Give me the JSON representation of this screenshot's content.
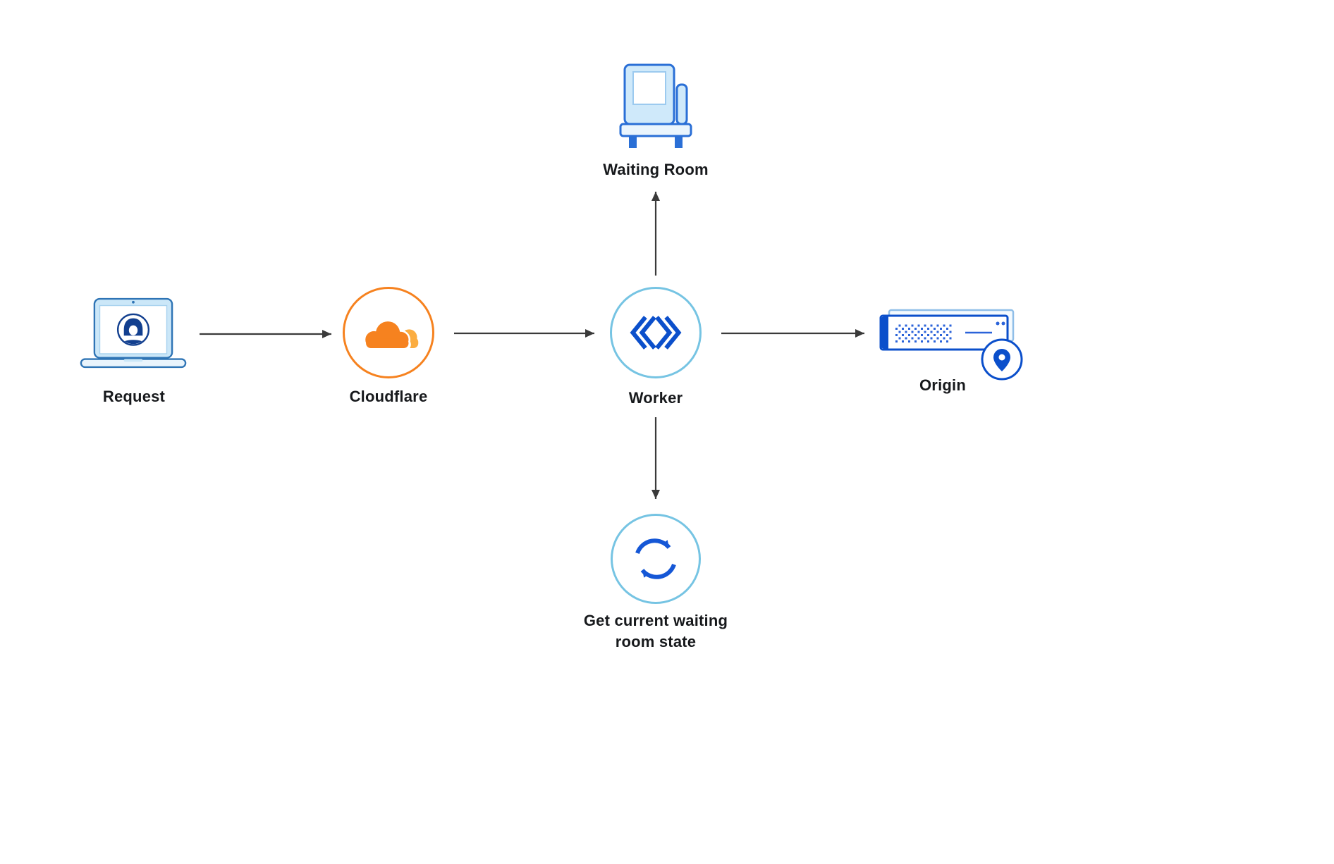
{
  "page": {
    "background": "#FFFFFF"
  },
  "diagram": {
    "type": "flow-diagram",
    "nodes": {
      "request": {
        "label": "Request",
        "icon": "laptop-user-icon"
      },
      "cloudflare": {
        "label": "Cloudflare",
        "icon": "cloudflare-cloud-icon"
      },
      "worker": {
        "label": "Worker",
        "icon": "code-chevrons-icon"
      },
      "waiting_room": {
        "label": "Waiting Room",
        "icon": "armchair-icon"
      },
      "origin": {
        "label": "Origin",
        "icon": "server-location-icon"
      },
      "waiting_room_state": {
        "label": "Get current waiting room state",
        "icon": "sync-arrows-icon"
      }
    },
    "edges": [
      {
        "from": "Request",
        "to": "Cloudflare",
        "direction": "right"
      },
      {
        "from": "Cloudflare",
        "to": "Worker",
        "direction": "right"
      },
      {
        "from": "Worker",
        "to": "Waiting Room",
        "direction": "up"
      },
      {
        "from": "Worker",
        "to": "Origin",
        "direction": "right"
      },
      {
        "from": "Worker",
        "to": "Get current waiting room state",
        "direction": "down"
      }
    ],
    "colors": {
      "cloudflare_orange": "#F6821F",
      "cloudflare_orange_light": "#FBAD41",
      "ring_light_blue": "#76C4E3",
      "icon_blue": "#0B4FCB",
      "icon_blue_dark": "#123F8F",
      "icon_blue_pale": "#CFE9FA",
      "sync_blue": "#1557D6",
      "arrow_gray": "#3A3A3A",
      "text": "#17191C",
      "background": "#FFFFFF"
    }
  }
}
